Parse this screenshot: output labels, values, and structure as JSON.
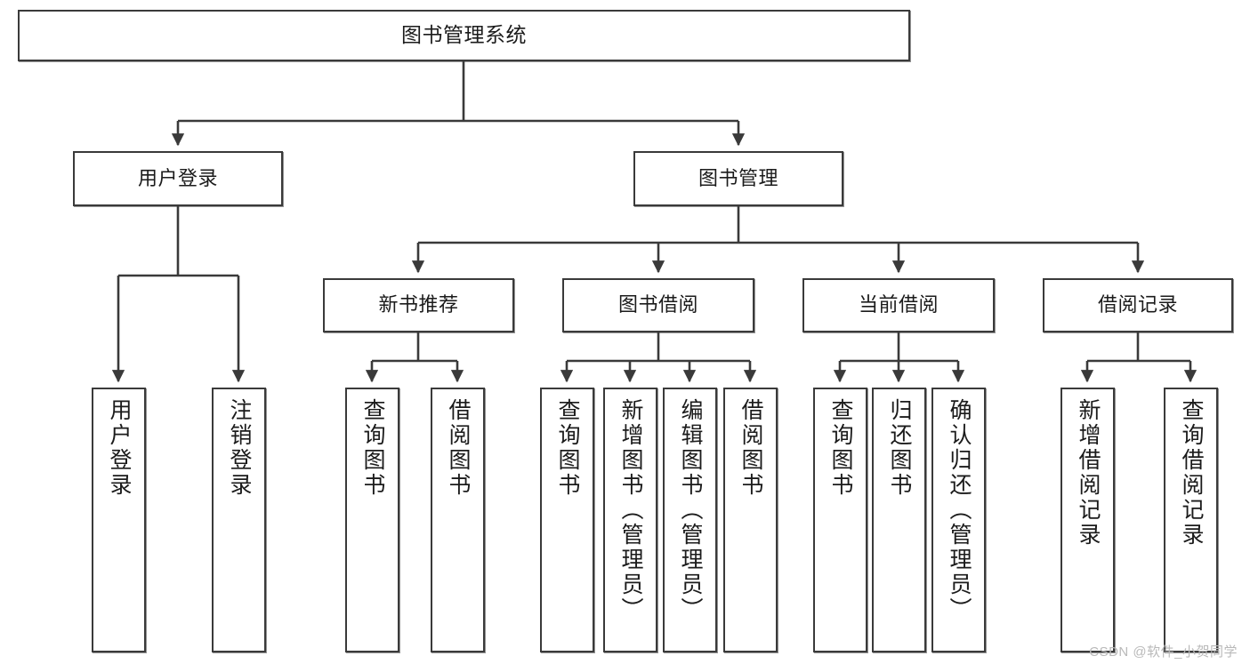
{
  "diagram": {
    "type": "tree-hierarchy",
    "title": "图书管理系统",
    "watermark": "CSDN @软件_小贺同学",
    "colors": {
      "box_border": "#3a3a3a",
      "box_fill": "#ffffff",
      "connector": "#3a3a3a",
      "text": "#1b1b1b",
      "watermark": "#b9b9b9",
      "background": "#ffffff"
    },
    "levels": {
      "root": {
        "label": "图书管理系统"
      },
      "level2": [
        {
          "id": "user-login",
          "label": "用户登录"
        },
        {
          "id": "book-manage",
          "label": "图书管理"
        }
      ],
      "level3": [
        {
          "id": "new-book-recommend",
          "label": "新书推荐",
          "parent": "book-manage"
        },
        {
          "id": "book-borrow",
          "label": "图书借阅",
          "parent": "book-manage"
        },
        {
          "id": "current-borrow",
          "label": "当前借阅",
          "parent": "book-manage"
        },
        {
          "id": "borrow-record",
          "label": "借阅记录",
          "parent": "book-manage"
        }
      ],
      "leaves": [
        {
          "id": "leaf-user-login",
          "label": "用户登录",
          "parent": "user-login"
        },
        {
          "id": "leaf-user-logout",
          "label": "注销登录",
          "parent": "user-login"
        },
        {
          "id": "leaf-query-book-rec",
          "label": "查询图书",
          "parent": "new-book-recommend"
        },
        {
          "id": "leaf-borrow-book-rec",
          "label": "借阅图书",
          "parent": "new-book-recommend"
        },
        {
          "id": "leaf-query-book-borrow",
          "label": "查询图书",
          "parent": "book-borrow"
        },
        {
          "id": "leaf-add-book-admin",
          "label": "新增图书（管理员）",
          "parent": "book-borrow"
        },
        {
          "id": "leaf-edit-book-admin",
          "label": "编辑图书（管理员）",
          "parent": "book-borrow"
        },
        {
          "id": "leaf-borrow-book",
          "label": "借阅图书",
          "parent": "book-borrow"
        },
        {
          "id": "leaf-query-book-current",
          "label": "查询图书",
          "parent": "current-borrow"
        },
        {
          "id": "leaf-return-book",
          "label": "归还图书",
          "parent": "current-borrow"
        },
        {
          "id": "leaf-confirm-return-admin",
          "label": "确认归还（管理员）",
          "parent": "current-borrow"
        },
        {
          "id": "leaf-add-borrow-record",
          "label": "新增借阅记录",
          "parent": "borrow-record"
        },
        {
          "id": "leaf-query-borrow-record",
          "label": "查询借阅记录",
          "parent": "borrow-record"
        }
      ]
    }
  }
}
